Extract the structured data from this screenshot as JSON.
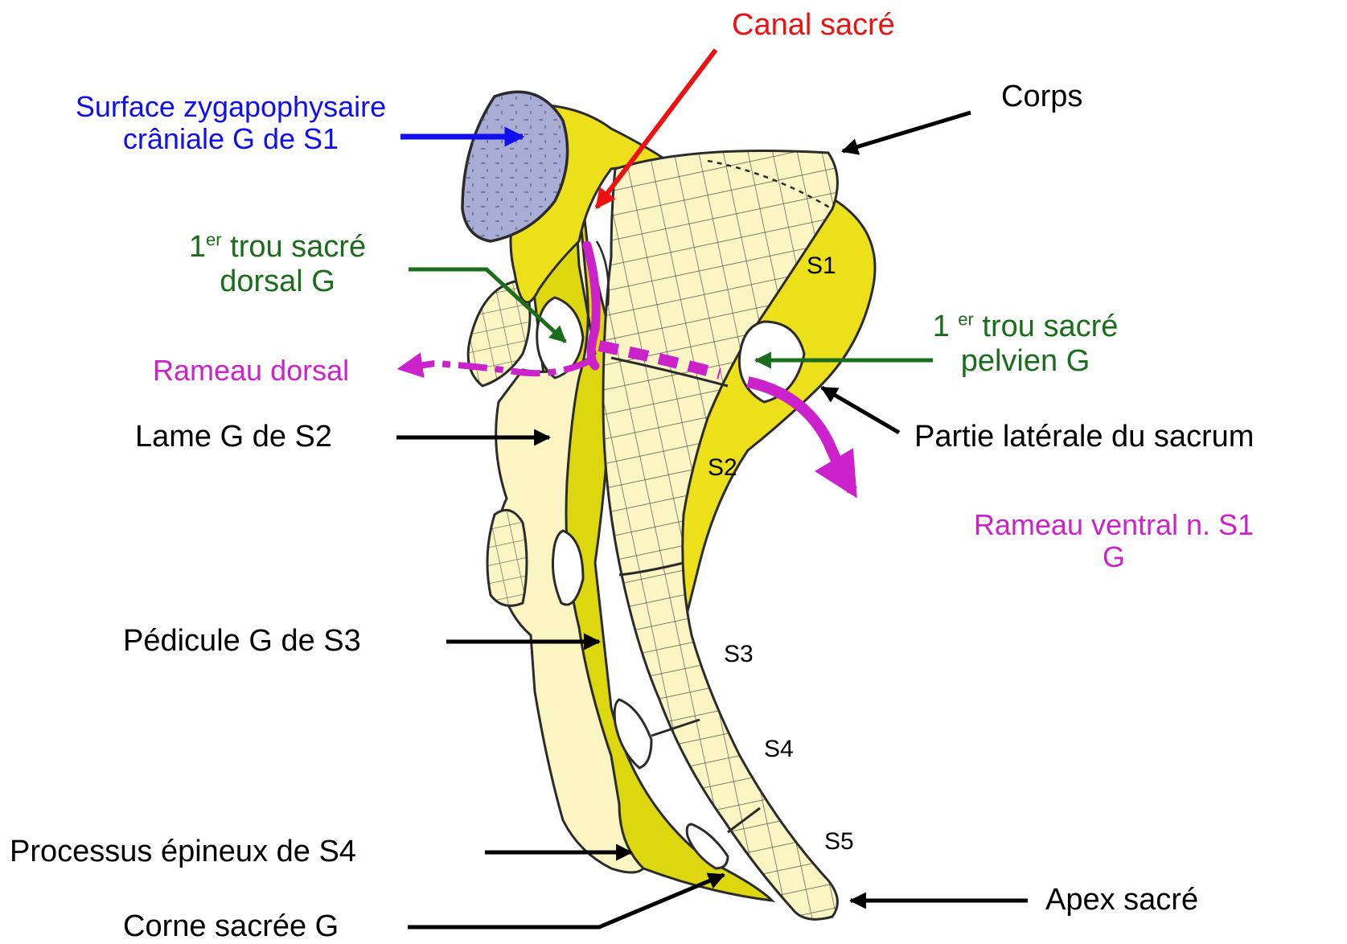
{
  "colors": {
    "bone_light": "#fbf5c3",
    "bone_yellow": "#ece01a",
    "bone_yellow_dark": "#dcd70e",
    "articular_surface": "#a9add6",
    "outline": "#2b2b2b",
    "label_blue": "#1010ee",
    "label_red": "#ee1111",
    "label_green": "#1a6d1a",
    "label_magenta": "#cc22cc",
    "label_black": "#000000"
  },
  "labels": {
    "canal": "Canal sacré",
    "surface_line1": "Surface zygapophysaire",
    "surface_line2": "crâniale G de S1",
    "corps": "Corps",
    "trou_dorsal_num": "1",
    "trou_dorsal_sup": "er",
    "trou_dorsal_line1_rest": " trou sacré",
    "trou_dorsal_line2": "dorsal G",
    "trou_pelvien_num": "1 ",
    "trou_pelvien_sup": "er",
    "trou_pelvien_line1_rest": " trou sacré",
    "trou_pelvien_line2": "pelvien G",
    "rameau_dorsal": "Rameau dorsal",
    "lame": "Lame G de S2",
    "partie_laterale": "Partie latérale du sacrum",
    "rameau_ventral_line1": "Rameau ventral n. S1",
    "rameau_ventral_line2": "G",
    "pedicule": "Pédicule G de S3",
    "processus": "Processus épineux de S4",
    "corne": "Corne sacrée G",
    "apex": "Apex sacré"
  },
  "segments": {
    "s1": "S1",
    "s2": "S2",
    "s3": "S3",
    "s4": "S4",
    "s5": "S5"
  }
}
